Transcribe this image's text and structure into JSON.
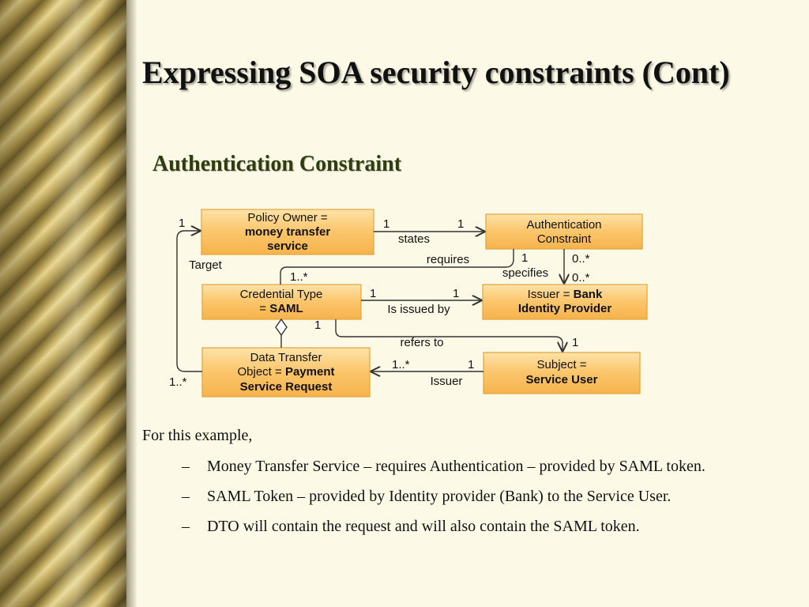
{
  "slide": {
    "title": "Expressing SOA security constraints (Cont)",
    "subtitle": "Authentication Constraint"
  },
  "diagram": {
    "boxes": {
      "policy_owner": {
        "line1": "Policy Owner =",
        "line2": "money transfer",
        "line3": "service"
      },
      "auth_constraint": {
        "line1": "Authentication",
        "line2": "Constraint"
      },
      "credential_type": {
        "line1": "Credential Type",
        "line2_prefix": "= ",
        "line2_bold": "SAML"
      },
      "issuer": {
        "line1_prefix": "Issuer = ",
        "line1_bold": "Bank",
        "line2": "Identity Provider"
      },
      "dto": {
        "line1": "Data Transfer",
        "line2_prefix": "Object = ",
        "line2_bold": "Payment",
        "line3": "Service Request"
      },
      "subject": {
        "line1": "Subject =",
        "line2": "Service User"
      }
    },
    "labels": {
      "states": "states",
      "requires": "requires",
      "specifies": "specifies",
      "is_issued_by": "Is issued by",
      "refers_to": "refers to",
      "issuer": "Issuer",
      "target": "Target"
    },
    "multiplicities": {
      "po_left": "1",
      "po_states": "1",
      "ac_states": "1",
      "ac_requires": "1",
      "ac_specifies": "0..*",
      "issuer_specifies": "0..*",
      "ct_requires": "1..*",
      "ct_issued": "1",
      "issuer_issued": "1",
      "ct_bottom": "1",
      "subject_refers": "1",
      "dto_issuer": "1..*",
      "subject_issuer": "1",
      "dto_left": "1..*"
    }
  },
  "body": {
    "intro": "For this example,",
    "bullets": [
      "Money Transfer Service – requires Authentication – provided by SAML token.",
      "SAML Token – provided by Identity provider (Bank) to the Service User.",
      "DTO will contain the request and will also contain the SAML token."
    ],
    "dash": "–"
  },
  "colors": {
    "box_fill": "#FBC56A",
    "box_stroke": "#E3A43C",
    "line": "#333333"
  }
}
